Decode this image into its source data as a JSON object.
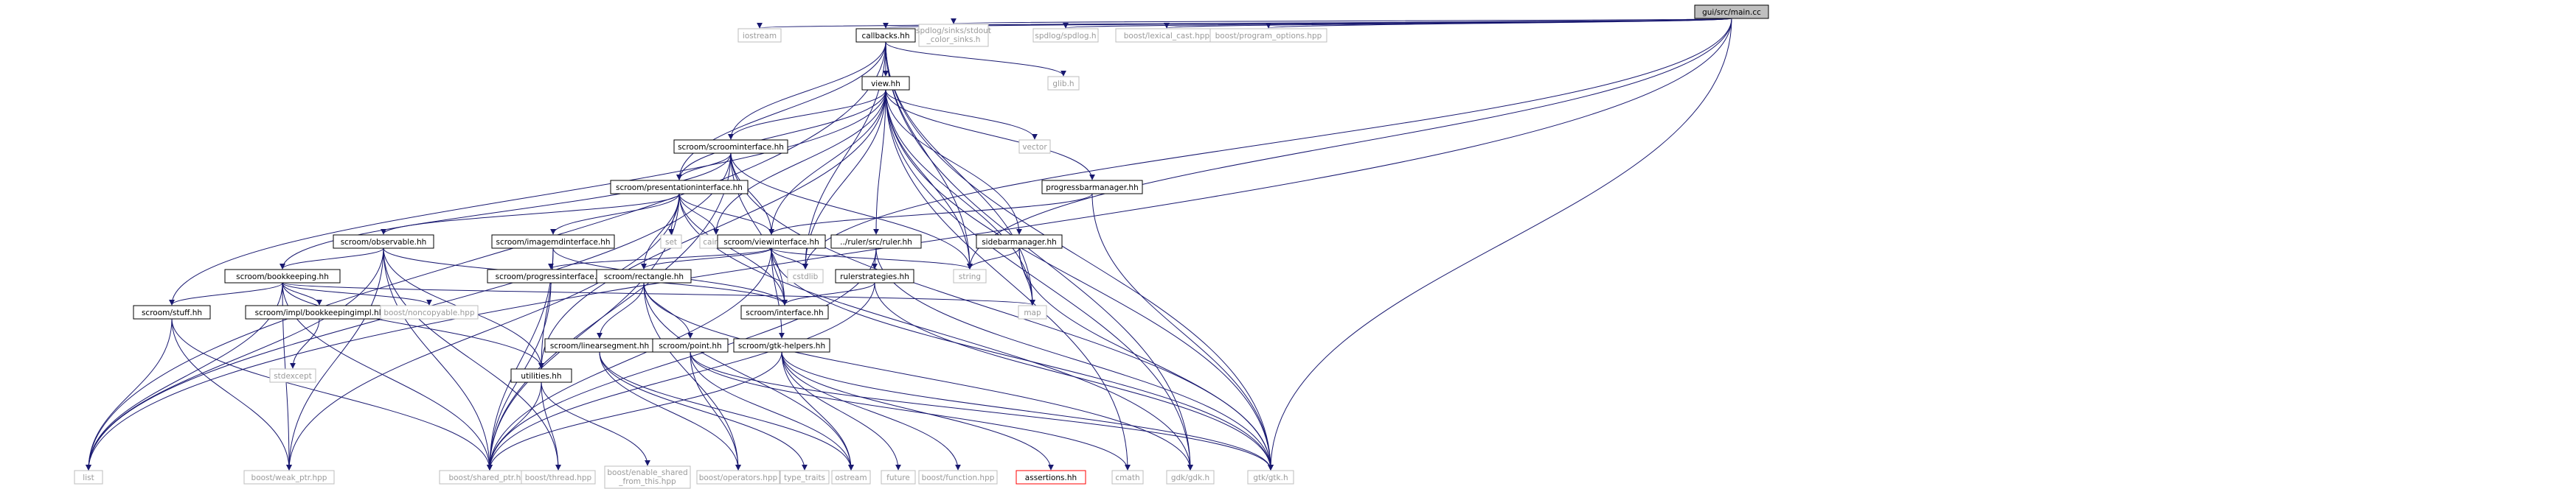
{
  "colors": {
    "edge": "#191970",
    "root_fill": "#bfbfbf",
    "missing_border": "#bdbdbd",
    "missing_text": "#9a9a9a",
    "warning_border": "#ff0000"
  },
  "nodes": {
    "main_cc": "gui/src/main.cc",
    "list": "list",
    "iostream": "iostream",
    "callbacks_hh": "callbacks.hh",
    "spdlog_sinks_1": "spdlog/sinks/stdout",
    "spdlog_sinks_2": "_color_sinks.h",
    "spdlog_h": "spdlog/spdlog.h",
    "lexical_cast": "boost/lexical_cast.hpp",
    "program_options": "boost/program_options.hpp",
    "glib_h": "glib.h",
    "view_hh": "view.hh",
    "vector": "vector",
    "scroominterface_hh": "scroom/scroominterface.hh",
    "presentationinterface_hh": "scroom/presentationinterface.hh",
    "progressbarmanager_hh": "progressbarmanager.hh",
    "set": "set",
    "cairo_h": "cairo.h",
    "viewinterface_hh": "scroom/viewinterface.hh",
    "ruler_hh": "../ruler/src/ruler.hh",
    "sidebarmanager_hh": "sidebarmanager.hh",
    "observable_hh": "scroom/observable.hh",
    "imagemdinterface_hh": "scroom/imagemdinterface.hh",
    "cstdlib": "cstdlib",
    "string": "string",
    "bookkeeping_hh": "scroom/bookkeeping.hh",
    "progressinterface_hh": "scroom/progressinterface.hh",
    "rectangle_hh": "scroom/rectangle.hh",
    "rulerstrategies_hh": "rulerstrategies.hh",
    "map": "map",
    "stuff_hh": "scroom/stuff.hh",
    "bookkeepingimpl_hh": "scroom/impl/bookkeepingimpl.hh",
    "noncopyable": "boost/noncopyable.hpp",
    "utilities_hh": "utilities.hh",
    "interface_h": "scroom/interface.hh",
    "linearsegment_hh": "scroom/linearsegment.hh",
    "point_hh": "scroom/point.hh",
    "gtk_helpers_hh": "scroom/gtk-helpers.hh",
    "stdexcept": "stdexcept",
    "weak_ptr": "boost/weak_ptr.hpp",
    "shared_ptr": "boost/shared_ptr.hpp",
    "thread_hpp": "boost/thread.hpp",
    "enable_shared_1": "boost/enable_shared",
    "enable_shared_2": "_from_this.hpp",
    "operators": "boost/operators.hpp",
    "type_traits": "type_traits",
    "ostream": "ostream",
    "future": "future",
    "function_hpp": "boost/function.hpp",
    "assertions_hh": "assertions.hh",
    "cmath": "cmath",
    "gdk_h": "gdk/gdk.h",
    "gtk_h": "gtk/gtk.h"
  }
}
